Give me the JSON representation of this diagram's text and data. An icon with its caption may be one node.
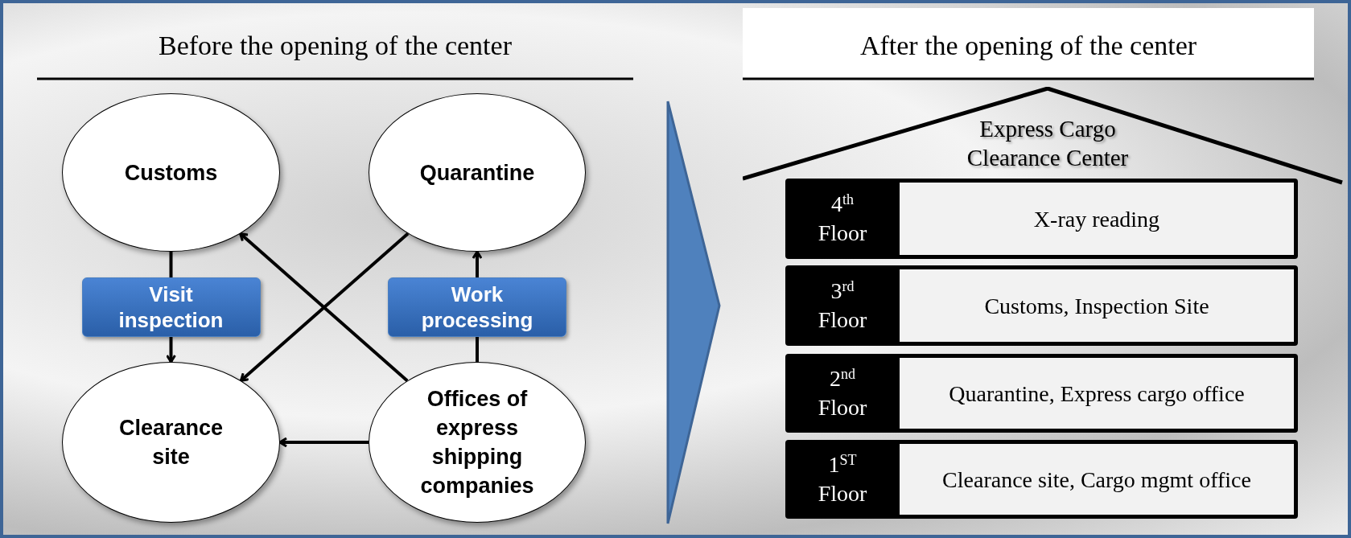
{
  "diagram": {
    "nodes": [
      {
        "text": [
          "Customs"
        ]
      },
      {
        "text": [
          "Quarantine"
        ]
      },
      {
        "text": [
          "Clearance site"
        ]
      },
      {
        "text": [
          "Offices of express shipping companies"
        ]
      },
      {
        "text": [
          "Express Cargo Clearance Center"
        ]
      },
      {
        "text": [
          "4$^{th}$ Floor",
          "X-ray reading"
        ],
        "in": 4
      },
      {
        "text": [
          "3$^{rd}$ Floor",
          "Customs, Inspection Site"
        ],
        "in": 4
      },
      {
        "text": [
          "2$^{nd}$ Floor",
          "Quarantine, Express cargo office"
        ],
        "in": 4
      },
      {
        "text": [
          "1$^{ST}$ Floor",
          "Clearance site, Cargo mgmt office"
        ],
        "in": 4
      }
    ],
    "edges": [
      {
        "from": 0,
        "to": 2,
        "arrow": "to",
        "label": "Visit inspection"
      },
      {
        "from": 3,
        "to": 0,
        "arrow": "to"
      },
      {
        "from": 1,
        "to": 2,
        "arrow": "to"
      },
      {
        "from": 3,
        "to": 1,
        "arrow": "to",
        "label": "Work processing"
      },
      {
        "from": 3,
        "to": 2,
        "arrow": "to"
      }
    ],
    "labels": [
      "Before the opening of the center",
      "After the opening of the center"
    ]
  }
}
